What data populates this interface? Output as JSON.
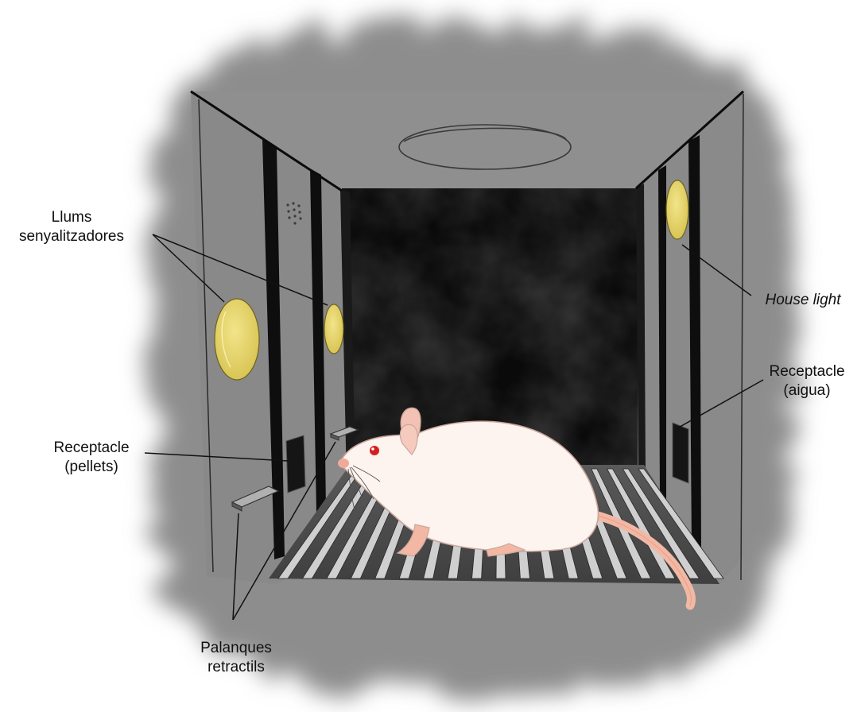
{
  "labels": {
    "signal_lights": [
      "Llums",
      "senyalitzadores"
    ],
    "house_light": "House light",
    "water_receptacle": [
      "Receptacle",
      "(aigua)"
    ],
    "pellet_receptacle": [
      "Receptacle",
      "(pellets)"
    ],
    "levers": [
      "Palanques",
      "retractils"
    ]
  },
  "colors": {
    "chamber_gray": "#8c8c8c",
    "chamber_dark": "#0b0b0b",
    "light_yellow": "#e9d86a",
    "rat_body": "#fdf3ef",
    "rat_pink": "#f1b9a6",
    "rat_eye": "#d51f1f"
  }
}
